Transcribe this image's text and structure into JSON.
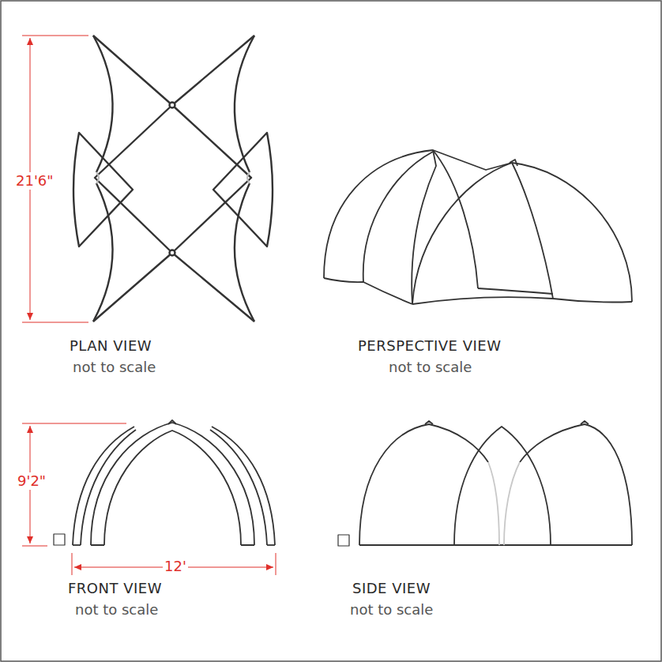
{
  "diagram": {
    "labels": [
      "21'6\"",
      "PLAN VIEW",
      "not to scale",
      "PERSPECTIVE VIEW",
      "not to scale",
      "9'2\"",
      "12'",
      "FRONT VIEW",
      "not to scale",
      "SIDE VIEW",
      "not to scale"
    ]
  }
}
